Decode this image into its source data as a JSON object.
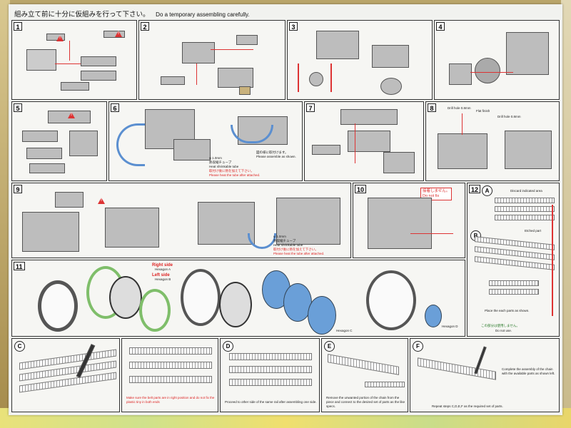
{
  "header": {
    "japanese": "組み立て前に十分に仮組みを行って下さい。",
    "english": "Do a temporary assembling carefully."
  },
  "steps": {
    "s1": {
      "num": "1"
    },
    "s2": {
      "num": "2"
    },
    "s3": {
      "num": "3"
    },
    "s4": {
      "num": "4"
    },
    "s5": {
      "num": "5"
    },
    "s6": {
      "num": "6",
      "diameter": "φ 1.0mm",
      "tube_jp": "熱収縮チューブ",
      "tube_en": "Heat shrinkable tube",
      "note_jp": "取付け後に熱を加えて下さい。",
      "note_en": "Please heat the tube after attached.",
      "shown_jp": "図の様に取付けます。",
      "shown_en": "Please assemble as shown."
    },
    "s7": {
      "num": "7"
    },
    "s8": {
      "num": "8",
      "drill_a": "Drill hole 0.8mm",
      "flat_finish": "Flat finish",
      "drill_b": "Drill hole 0.8mm"
    },
    "s9": {
      "num": "9",
      "diameter": "φ 1.0mm",
      "tube_jp": "熱収縮チューブ",
      "tube_en": "Heat shrinkable tube",
      "note_jp": "取付け後に熱を加えて下さい。",
      "note_en": "Please heat the tube after attached."
    },
    "s10": {
      "num": "10",
      "warn_jp": "接着しません。",
      "warn_en": "Do not fix"
    },
    "s11": {
      "num": "11",
      "right_side": "Right side",
      "left_side": "Left side",
      "hexagon_a": "Hexagon A",
      "hexagon_b": "Hexagon B",
      "hexagon_c": "Hexagon C",
      "hexagon_d": "Hexagon D"
    },
    "s12": {
      "num": "12",
      "a": {
        "label": "A",
        "legend": "Discard indicated area"
      },
      "b": {
        "label": "B",
        "etched": "Etched part",
        "place": "Place the each parts as shown."
      },
      "do_not_use_jp": "この部分は使用しません。",
      "do_not_use_en": "Do not use."
    }
  },
  "bottom": {
    "c": {
      "label": "C"
    },
    "mid": {
      "note_red": "Make sure the belt parts are in right position and do not fix the plastic tiny in both ends"
    },
    "d": {
      "label": "D",
      "note_en": "Proceed to other side of the same rail after assembling one side."
    },
    "e": {
      "label": "E",
      "note_en": "Remove the unwanted portion of the chain from the piece and connect to the desired set of parts as the like specs."
    },
    "f": {
      "label": "F",
      "note_en": "Complete the assembly of the chain with the available parts as shown left.",
      "repeat": "Repeat steps C,D,E,F as the required set of parts."
    }
  },
  "colors": {
    "accent_red": "#d33333",
    "tube_blue": "#5b8fd0",
    "disc_blue": "#6a9fd8",
    "green": "#7fbe6a"
  }
}
